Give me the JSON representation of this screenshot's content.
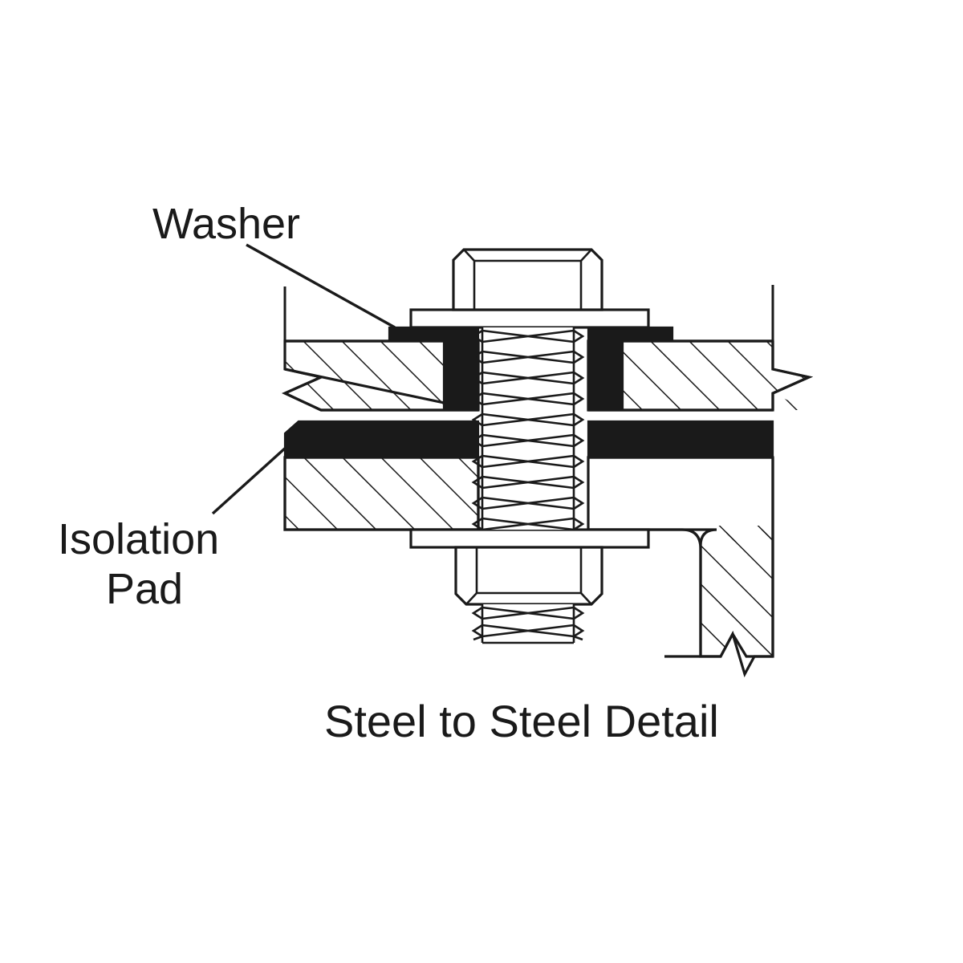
{
  "drawing": {
    "caption": "Steel to Steel Detail",
    "background_color": "#ffffff",
    "line_color": "#1a1a1a",
    "pad_color": "#1a1a1a",
    "steel_fill_color": "#ffffff",
    "labels": [
      {
        "id": "washer",
        "text": "Washer"
      },
      {
        "id": "isolation_pad_line1",
        "text": "Isolation"
      },
      {
        "id": "isolation_pad_line2",
        "text": "Pad"
      }
    ],
    "components": [
      {
        "name": "top-hex-nut",
        "type": "hex nut"
      },
      {
        "name": "top-washer",
        "type": "washer"
      },
      {
        "name": "upper-isolation-pad",
        "type": "isolation pad"
      },
      {
        "name": "upper-steel-plate",
        "type": "steel plate, section hatched"
      },
      {
        "name": "middle-isolation-pad",
        "type": "isolation pad"
      },
      {
        "name": "lower-steel-member",
        "type": "steel angle, section hatched"
      },
      {
        "name": "bottom-washer",
        "type": "washer"
      },
      {
        "name": "bottom-hex-nut",
        "type": "hex nut"
      },
      {
        "name": "threaded-bolt",
        "type": "threaded bolt shank"
      }
    ]
  }
}
